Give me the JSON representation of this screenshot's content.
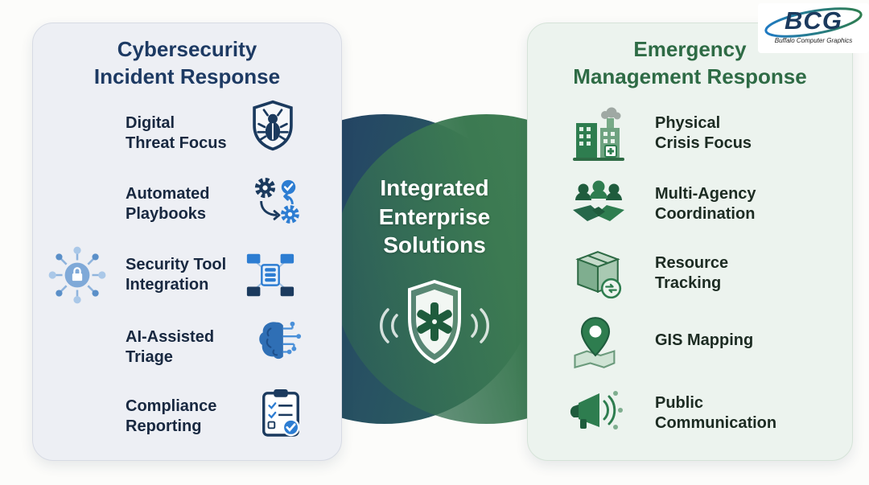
{
  "logo": {
    "text": "BCG",
    "subtitle": "Buffalo Computer Graphics"
  },
  "left_panel": {
    "title": "Cybersecurity\nIncident Response",
    "items": [
      {
        "label": "Digital\nThreat Focus",
        "icon": "bug-shield-icon"
      },
      {
        "label": "Automated\nPlaybooks",
        "icon": "automation-gears-icon"
      },
      {
        "label": "Security Tool\nIntegration",
        "icon": "systems-integration-icon",
        "icon_left": "network-hub-lock-icon"
      },
      {
        "label": "AI-Assisted\nTriage",
        "icon": "ai-brain-circuit-icon"
      },
      {
        "label": "Compliance\nReporting",
        "icon": "compliance-checklist-icon"
      }
    ]
  },
  "center": {
    "title": "Integrated\nEnterprise\nSolutions",
    "icon": "medical-shield-signal-icon"
  },
  "right_panel": {
    "title": "Emergency\nManagement Response",
    "items": [
      {
        "label": "Physical\nCrisis Focus",
        "icon": "crisis-building-icon"
      },
      {
        "label": "Multi-Agency\nCoordination",
        "icon": "multi-agency-handshake-icon"
      },
      {
        "label": "Resource\nTracking",
        "icon": "resource-package-icon"
      },
      {
        "label": "GIS Mapping",
        "icon": "gis-map-pin-icon"
      },
      {
        "label": "Public\nCommunication",
        "icon": "megaphone-icon"
      }
    ]
  },
  "colors": {
    "left_title": "#1d3a63",
    "left_text": "#182840",
    "left_panel_bg": "#edeff4",
    "right_title": "#2e6b45",
    "right_text": "#1c2b22",
    "right_panel_bg": "#ecf3ee",
    "center_blue": "#223e66",
    "center_green": "#458457",
    "accent_blue": "#2d7dd2",
    "accent_green": "#2e7d4f"
  }
}
